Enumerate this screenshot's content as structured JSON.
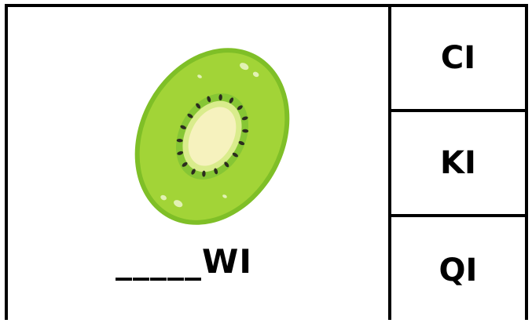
{
  "picture": {
    "icon": "kiwi-slice-icon",
    "colors": {
      "skin": "#8cca2e",
      "flesh": "#a8d83c",
      "inner_ring": "#7cc13a",
      "core": "#f5f0b8",
      "seeds": "#2c2c1e"
    }
  },
  "word": {
    "text": "_____WI"
  },
  "options": [
    {
      "label": "CI"
    },
    {
      "label": "KI"
    },
    {
      "label": "QI"
    }
  ]
}
